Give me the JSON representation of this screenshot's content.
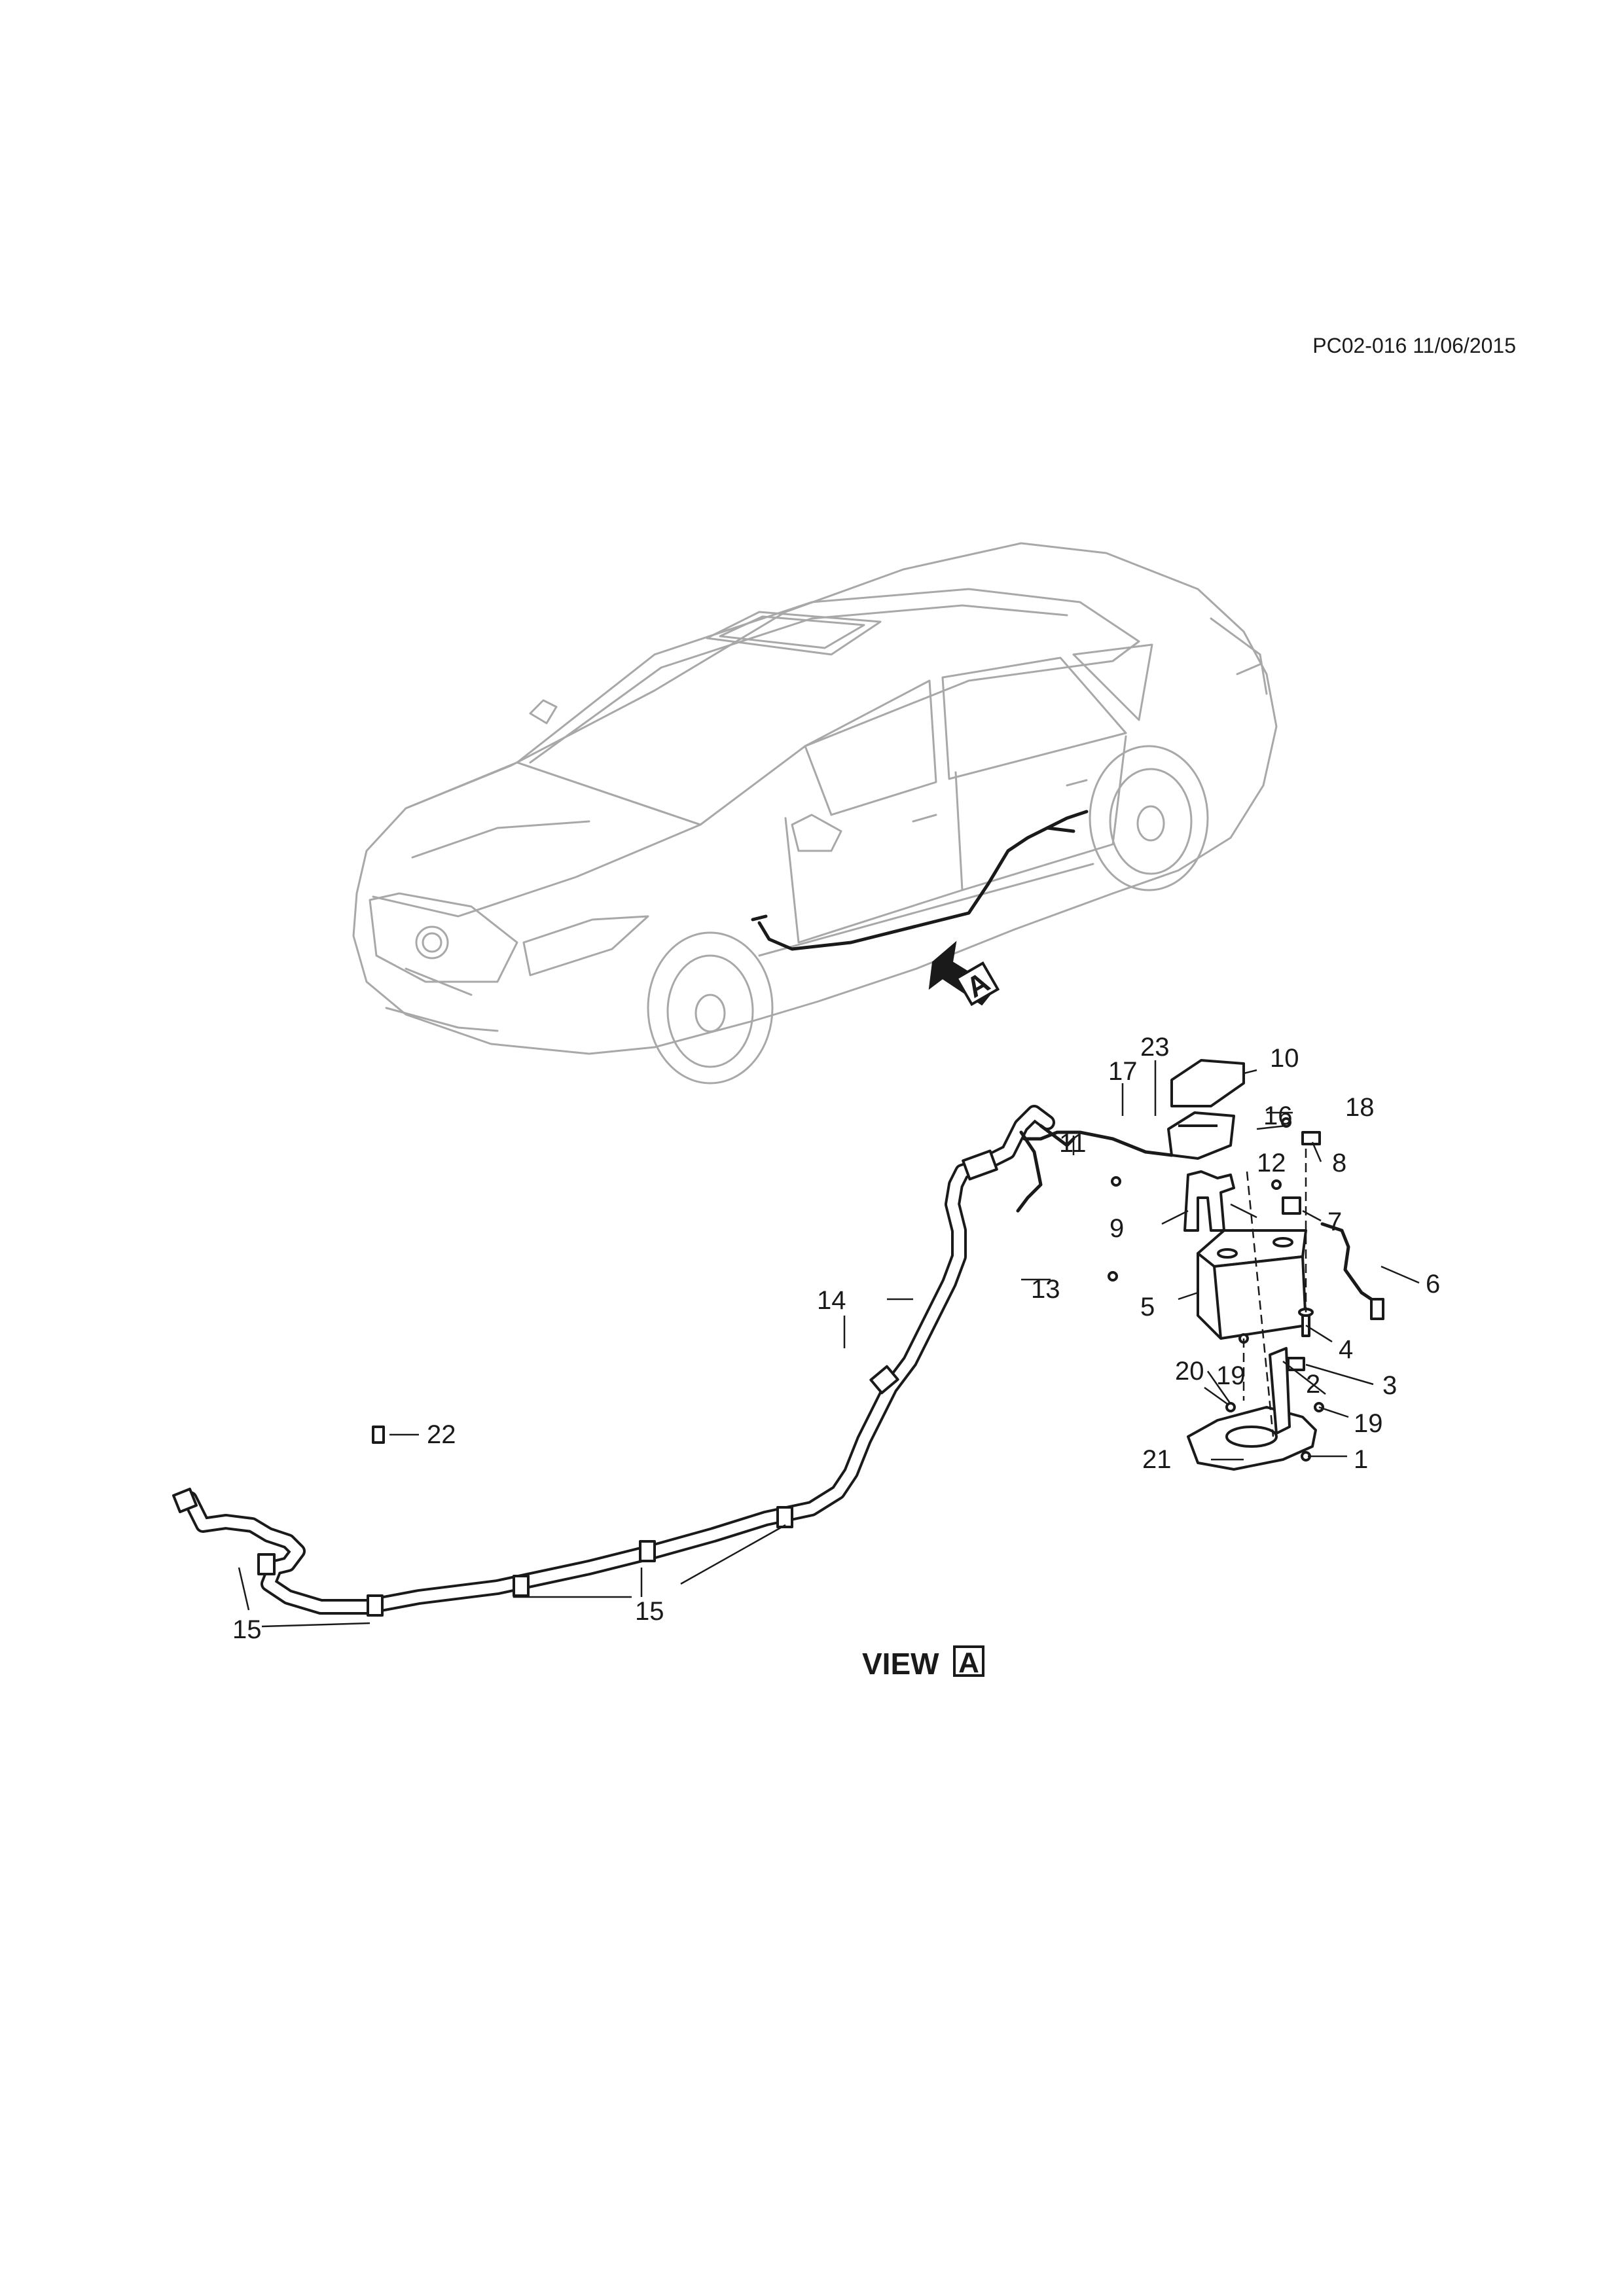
{
  "reference": "PC02-016 11/06/2015",
  "view": {
    "label": "VIEW",
    "letter": "A"
  },
  "callouts": {
    "c1": "1",
    "c2": "2",
    "c3": "3",
    "c4": "4",
    "c5": "5",
    "c6": "6",
    "c7": "7",
    "c8": "8",
    "c9": "9",
    "c10": "10",
    "c11": "11",
    "c12": "12",
    "c13": "13",
    "c14": "14",
    "c15a": "15",
    "c15b": "15",
    "c16": "16",
    "c17": "17",
    "c18": "18",
    "c19a": "19",
    "c19b": "19",
    "c20": "20",
    "c21": "21",
    "c22": "22",
    "c23": "23"
  },
  "colors": {
    "ink": "#1a1a1a",
    "car_outline": "#a8a8a8",
    "background": "#ffffff"
  },
  "icons": {
    "view_arrow": "arrow-indicator-icon"
  }
}
